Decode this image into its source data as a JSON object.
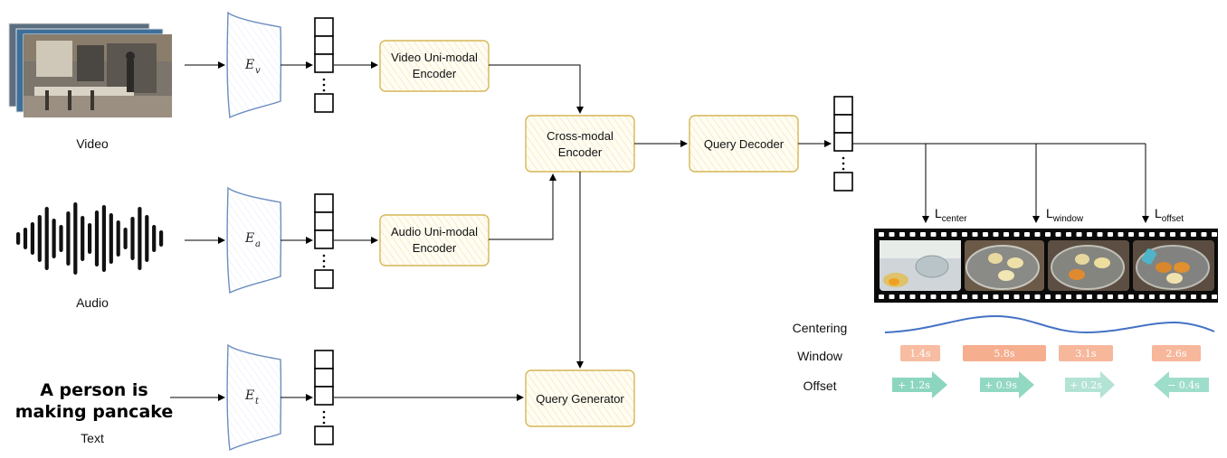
{
  "inputs": {
    "video_label": "Video",
    "audio_label": "Audio",
    "text_label": "Text",
    "text_line1": "A person is",
    "text_line2": "making pancake"
  },
  "encoders": {
    "video": {
      "letter": "E",
      "sub": "v"
    },
    "audio": {
      "letter": "E",
      "sub": "a"
    },
    "text": {
      "letter": "E",
      "sub": "t"
    }
  },
  "modules": {
    "video_unimodal": {
      "line1": "Video Uni-modal",
      "line2": "Encoder"
    },
    "audio_unimodal": {
      "line1": "Audio Uni-modal",
      "line2": "Encoder"
    },
    "cross_modal": {
      "line1": "Cross-modal",
      "line2": "Encoder"
    },
    "query_decoder": "Query Decoder",
    "query_generator": "Query Generator"
  },
  "losses": {
    "center": {
      "main": "L",
      "sub": "center"
    },
    "window": {
      "main": "L",
      "sub": "window"
    },
    "offset": {
      "main": "L",
      "sub": "offset"
    }
  },
  "rows": {
    "centering": "Centering",
    "window": "Window",
    "offset": "Offset"
  },
  "window_chips": [
    "1.4s",
    "5.8s",
    "3.1s",
    "2.6s"
  ],
  "offset_chips": [
    "+ 1.2s",
    "+ 0.9s",
    "+ 0.2s",
    "− 0.4s"
  ],
  "colors": {
    "encoder_stroke": "#6c8ebf",
    "module_stroke": "#d6b656",
    "centering_curve": "#4472c4",
    "window_chip": "#f4a582",
    "offset_arrow": "#7fd1b9"
  }
}
